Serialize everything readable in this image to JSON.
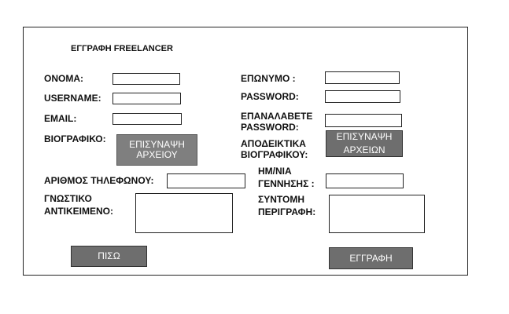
{
  "form": {
    "title": "ΕΓΓΡΑΦΗ FREELANCER",
    "left": {
      "name_label": "ΟΝΟΜΑ:",
      "username_label": "USERNAME:",
      "email_label": "EMAIL:",
      "cv_label": "ΒΙΟΓΡΑΦΙΚΟ:",
      "cv_button_line1": "ΕΠΙΣΥΝΑΨΗ",
      "cv_button_line2": "ΑΡΧΕΙΟΥ",
      "phone_label": "ΑΡΙΘΜΟΣ ΤΗΛΕΦΩΝΟΥ:",
      "knowledge_label_line1": "ΓΝΩΣΤΙΚΟ",
      "knowledge_label_line2": "ΑΝΤΙΚΕΙΜΕΝΟ:"
    },
    "right": {
      "surname_label": "ΕΠΩΝΥΜΟ :",
      "password_label": "PASSWORD:",
      "repeat_password_line1": "ΕΠΑΝΑΛΑΒΕΤΕ",
      "repeat_password_line2": "PASSWORD:",
      "proofs_label_line1": "ΑΠΟΔΕΙΚΤΙΚΑ",
      "proofs_label_line2": "ΒΙΟΓΡΑΦΙΚΟΥ:",
      "proofs_button_line1": "ΕΠΙΣΥΝΑΨΗ",
      "proofs_button_line2": "ΑΡΧΕΙΩΝ",
      "dob_label_line1": "ΗΜ/ΝΙΑ",
      "dob_label_line2": "ΓΕΝΝΗΣΗΣ :",
      "short_desc_line1": "ΣΥΝΤΟΜΗ",
      "short_desc_line2": "ΠΕΡΙΓΡΑΦΗ:"
    },
    "buttons": {
      "back": "ΠΙΣΩ",
      "register": "ΕΓΓΡΑΦΗ"
    }
  }
}
